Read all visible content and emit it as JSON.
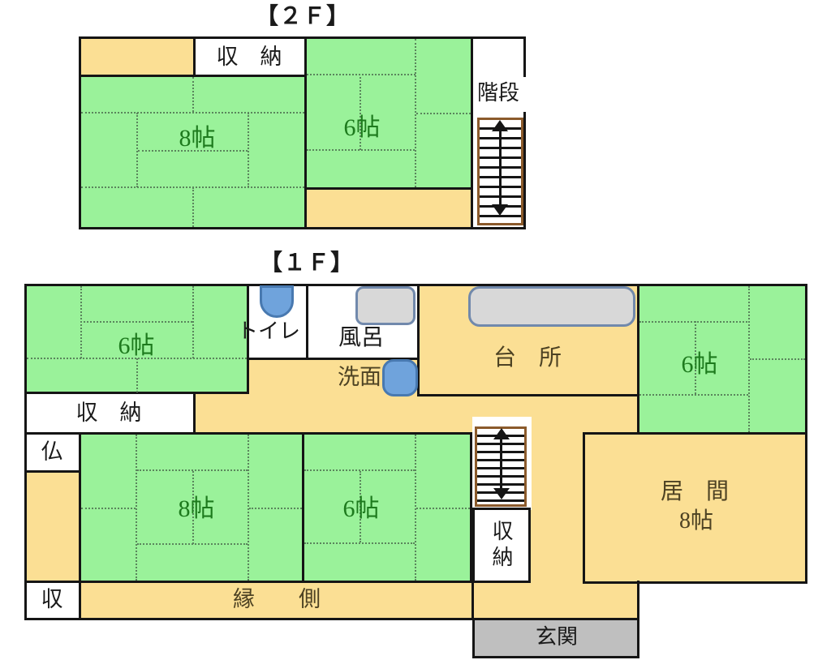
{
  "colors": {
    "tatami_green": "#9AF29A",
    "wood_orange": "#FBDF94",
    "wall": "#151515",
    "stair_brown": "#8B5A2B",
    "fixture_blue": "#6FA3DC",
    "fixture_blue_border": "#4879B0",
    "fixture_gray": "#D8D8D8",
    "fixture_gray_border": "#7189AC",
    "genkan_gray": "#BFBFBF",
    "label_green": "#1d7a1d",
    "label_brown": "#4d4223",
    "label_black": "#1a1a1a",
    "tatami_line": "#5a855c"
  },
  "f2": {
    "title": "【２Ｆ】",
    "storage": "収　納",
    "room8": "8帖",
    "room6": "6帖",
    "stairs": "階段"
  },
  "f1": {
    "title": "【１Ｆ】",
    "room6_tl": "6帖",
    "toilet": "トイレ",
    "bath": "風呂",
    "washbasin": "洗面",
    "kitchen": "台　所",
    "room6_tr": "6帖",
    "storage_left": "収　納",
    "butsudan": "仏",
    "room8": "8帖",
    "room6_bottom": "6帖",
    "storage_mid": "収納",
    "living_line1": "居　間",
    "living_line2": "8帖",
    "storage_small": "収",
    "engawa": "縁　　側",
    "genkan": "玄関"
  }
}
